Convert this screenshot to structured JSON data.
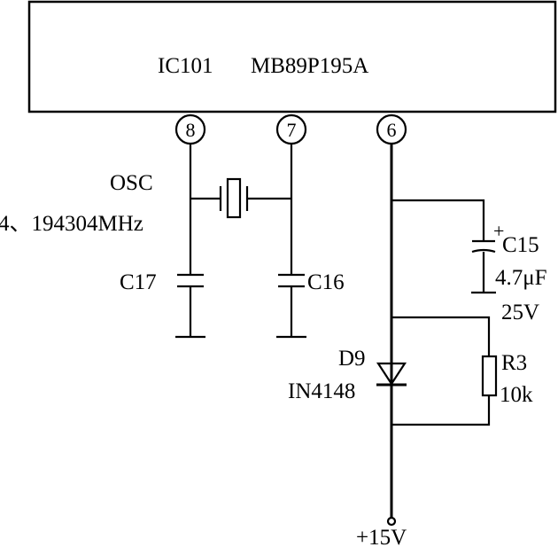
{
  "ic": {
    "ref": "IC101",
    "part": "MB89P195A",
    "pins": [
      "8",
      "7",
      "6"
    ]
  },
  "oscillator": {
    "label": "OSC",
    "frequency": "4、194304MHz"
  },
  "capacitors": [
    {
      "ref": "C17"
    },
    {
      "ref": "C16"
    },
    {
      "ref": "C15",
      "value": "4.7μF",
      "voltage": "25V",
      "polarity": "+"
    }
  ],
  "diode": {
    "ref": "D9",
    "part": "IN4148"
  },
  "resistor": {
    "ref": "R3",
    "value": "10k"
  },
  "supply": {
    "label": "+15V"
  }
}
